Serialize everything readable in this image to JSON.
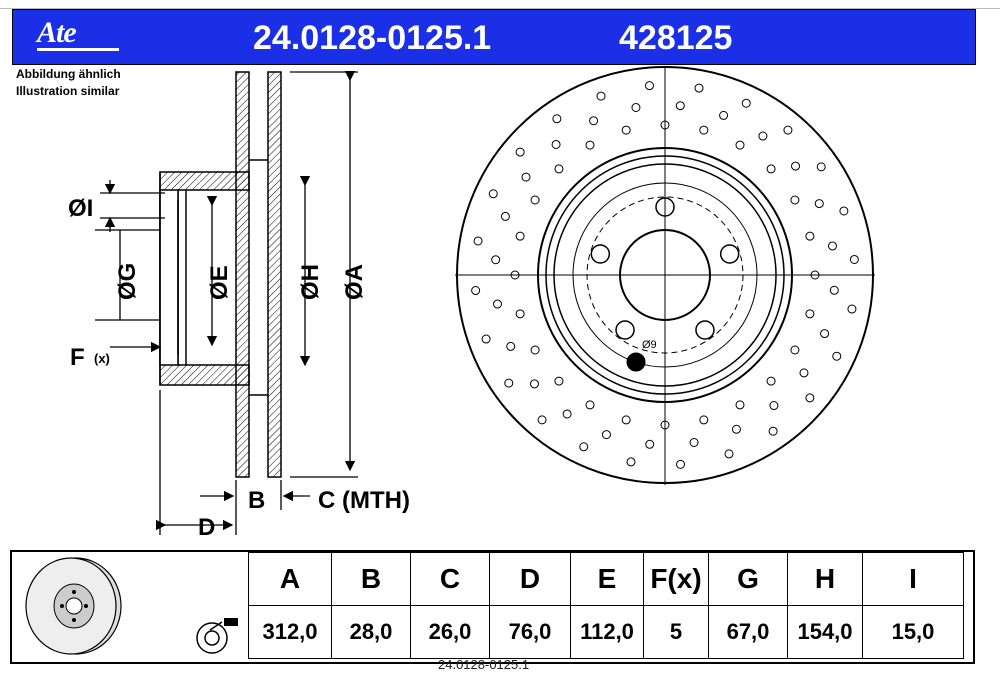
{
  "header": {
    "brand": "Ate",
    "part_number": "24.0128-0125.1",
    "short_number": "428125"
  },
  "notes": {
    "line1": "Abbildung ähnlich",
    "line2": "Illustration similar"
  },
  "labels": {
    "I": "ØI",
    "G": "ØG",
    "E": "ØE",
    "H": "ØH",
    "A": "ØA",
    "F": "F",
    "F_sub": "(x)",
    "B": "B",
    "C": "C (MTH)",
    "D": "D",
    "hole": "Ø9"
  },
  "table": {
    "headers": [
      "A",
      "B",
      "C",
      "D",
      "E",
      "F(x)",
      "G",
      "H",
      "I"
    ],
    "values": [
      "312,0",
      "28,0",
      "26,0",
      "76,0",
      "112,0",
      "5",
      "67,0",
      "154,0",
      "15,0"
    ]
  },
  "footer": "24.0128-0125.1"
}
